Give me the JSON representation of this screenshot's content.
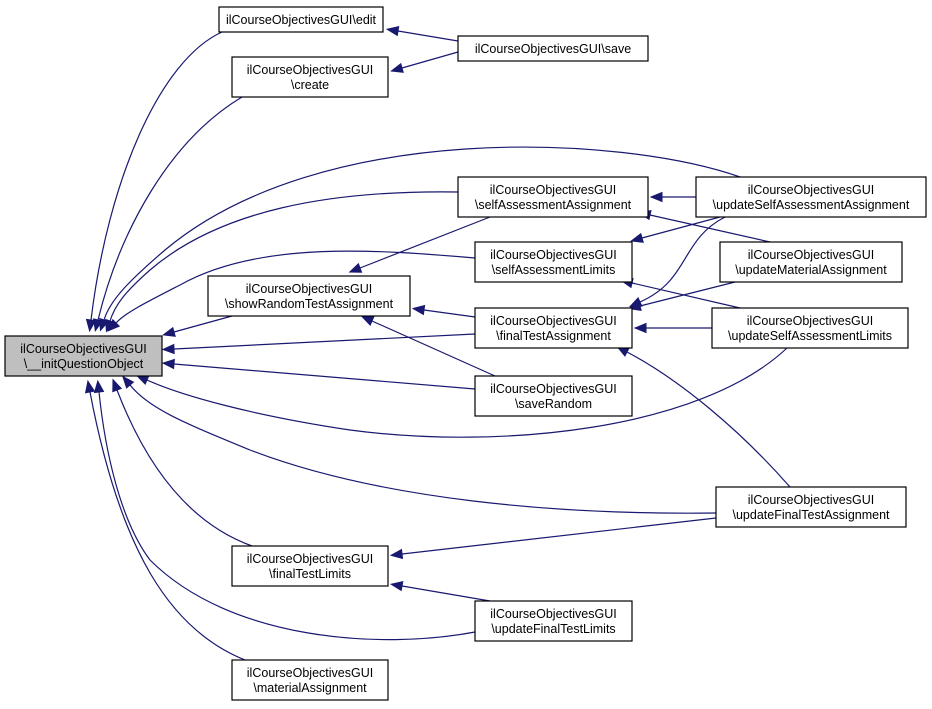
{
  "diagram": {
    "type": "call-graph",
    "accent_color": "#191970",
    "root_fill": "#bfbfbf",
    "nodes": [
      {
        "id": "root",
        "lines": [
          "ilCourseObjectivesGUI",
          "\\__initQuestionObject"
        ],
        "root": true
      },
      {
        "id": "edit",
        "lines": [
          "ilCourseObjectivesGUI\\edit"
        ]
      },
      {
        "id": "create",
        "lines": [
          "ilCourseObjectivesGUI",
          "\\create"
        ]
      },
      {
        "id": "save",
        "lines": [
          "ilCourseObjectivesGUI\\save"
        ]
      },
      {
        "id": "selfAssessmentAssignment",
        "lines": [
          "ilCourseObjectivesGUI",
          "\\selfAssessmentAssignment"
        ]
      },
      {
        "id": "updateSelfAssessmentAssignment",
        "lines": [
          "ilCourseObjectivesGUI",
          "\\updateSelfAssessmentAssignment"
        ]
      },
      {
        "id": "selfAssessmentLimits",
        "lines": [
          "ilCourseObjectivesGUI",
          "\\selfAssessmentLimits"
        ]
      },
      {
        "id": "updateMaterialAssignment",
        "lines": [
          "ilCourseObjectivesGUI",
          "\\updateMaterialAssignment"
        ]
      },
      {
        "id": "showRandomTestAssignment",
        "lines": [
          "ilCourseObjectivesGUI",
          "\\showRandomTestAssignment"
        ]
      },
      {
        "id": "finalTestAssignment",
        "lines": [
          "ilCourseObjectivesGUI",
          "\\finalTestAssignment"
        ]
      },
      {
        "id": "updateSelfAssessmentLimits",
        "lines": [
          "ilCourseObjectivesGUI",
          "\\updateSelfAssessmentLimits"
        ]
      },
      {
        "id": "saveRandom",
        "lines": [
          "ilCourseObjectivesGUI",
          "\\saveRandom"
        ]
      },
      {
        "id": "updateFinalTestAssignment",
        "lines": [
          "ilCourseObjectivesGUI",
          "\\updateFinalTestAssignment"
        ]
      },
      {
        "id": "finalTestLimits",
        "lines": [
          "ilCourseObjectivesGUI",
          "\\finalTestLimits"
        ]
      },
      {
        "id": "updateFinalTestLimits",
        "lines": [
          "ilCourseObjectivesGUI",
          "\\updateFinalTestLimits"
        ]
      },
      {
        "id": "materialAssignment",
        "lines": [
          "ilCourseObjectivesGUI",
          "\\materialAssignment"
        ]
      }
    ],
    "edges": [
      {
        "from": "edit",
        "to": "root"
      },
      {
        "from": "create",
        "to": "root"
      },
      {
        "from": "updateSelfAssessmentAssignment",
        "to": "root"
      },
      {
        "from": "selfAssessmentAssignment",
        "to": "root"
      },
      {
        "from": "selfAssessmentLimits",
        "to": "root"
      },
      {
        "from": "showRandomTestAssignment",
        "to": "root"
      },
      {
        "from": "finalTestAssignment",
        "to": "root"
      },
      {
        "from": "saveRandom",
        "to": "root"
      },
      {
        "from": "updateSelfAssessmentLimits",
        "to": "root"
      },
      {
        "from": "updateFinalTestAssignment",
        "to": "root"
      },
      {
        "from": "finalTestLimits",
        "to": "root"
      },
      {
        "from": "updateFinalTestLimits",
        "to": "root"
      },
      {
        "from": "materialAssignment",
        "to": "root"
      },
      {
        "from": "save",
        "to": "edit"
      },
      {
        "from": "save",
        "to": "create"
      },
      {
        "from": "updateSelfAssessmentAssignment",
        "to": "selfAssessmentAssignment"
      },
      {
        "from": "updateMaterialAssignment",
        "to": "selfAssessmentAssignment"
      },
      {
        "from": "selfAssessmentAssignment",
        "to": "showRandomTestAssignment"
      },
      {
        "from": "updateSelfAssessmentAssignment",
        "to": "selfAssessmentLimits"
      },
      {
        "from": "updateSelfAssessmentLimits",
        "to": "selfAssessmentLimits"
      },
      {
        "from": "finalTestAssignment",
        "to": "showRandomTestAssignment"
      },
      {
        "from": "saveRandom",
        "to": "showRandomTestAssignment"
      },
      {
        "from": "updateSelfAssessmentAssignment",
        "to": "finalTestAssignment"
      },
      {
        "from": "updateMaterialAssignment",
        "to": "finalTestAssignment"
      },
      {
        "from": "updateSelfAssessmentLimits",
        "to": "finalTestAssignment"
      },
      {
        "from": "updateFinalTestAssignment",
        "to": "finalTestAssignment"
      },
      {
        "from": "updateFinalTestAssignment",
        "to": "finalTestLimits"
      },
      {
        "from": "updateFinalTestLimits",
        "to": "finalTestLimits"
      }
    ]
  }
}
